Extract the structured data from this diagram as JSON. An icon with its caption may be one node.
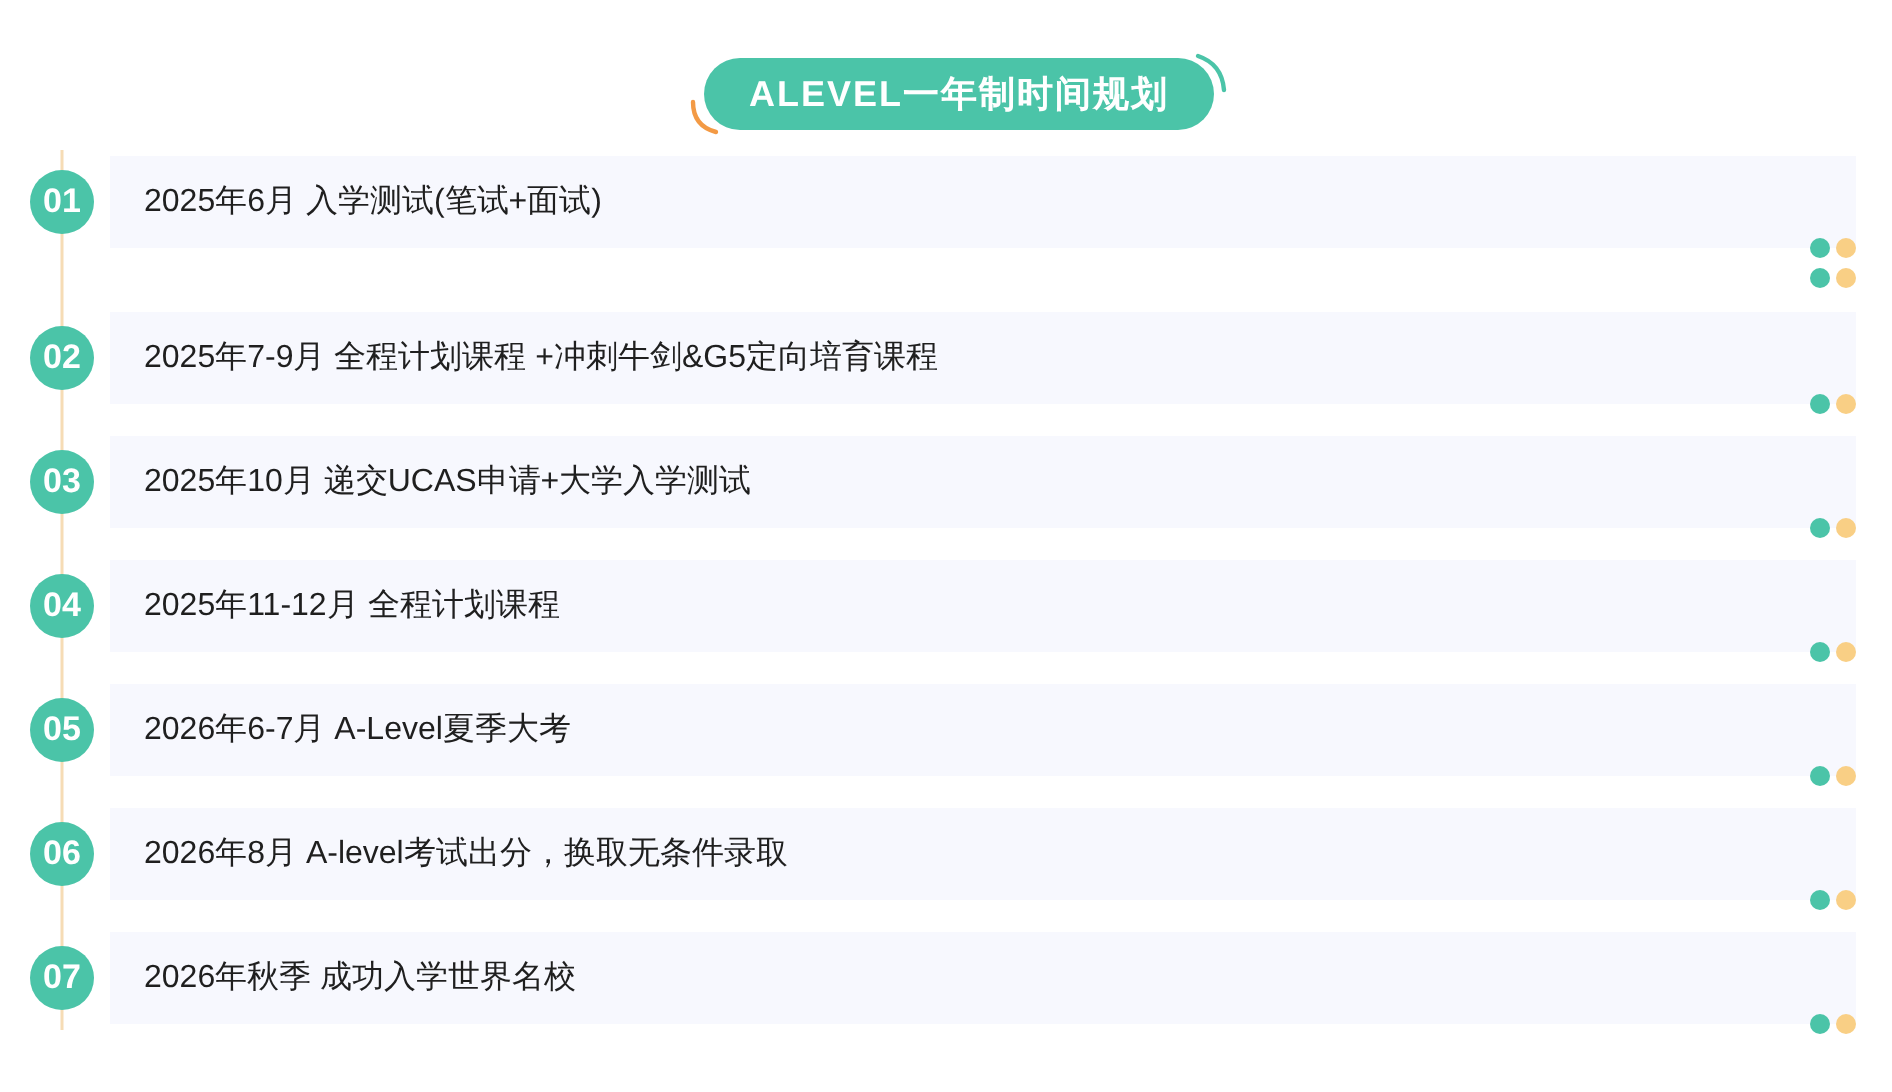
{
  "diagram": {
    "title": "ALEVEL一年制时间规划",
    "nodes": [
      {
        "text": [
          "01"
        ]
      },
      {
        "text": [
          "2025年6月 入学测试(笔试+面试)"
        ]
      },
      {
        "text": [
          "02"
        ]
      },
      {
        "text": [
          "2025年7-9月 全程计划课程 +冲刺牛剑&G5定向培育课程"
        ]
      },
      {
        "text": [
          "03"
        ]
      },
      {
        "text": [
          "2025年10月 递交UCAS申请+大学入学测试"
        ]
      },
      {
        "text": [
          "04"
        ]
      },
      {
        "text": [
          "2025年11-12月 全程计划课程"
        ]
      },
      {
        "text": [
          "05"
        ]
      },
      {
        "text": [
          "2026年6-7月 A-Level夏季大考"
        ]
      },
      {
        "text": [
          "06"
        ]
      },
      {
        "text": [
          "2026年8月 A-level考试出分，换取无条件录取"
        ]
      },
      {
        "text": [
          "07"
        ]
      },
      {
        "text": [
          "2026年秋季 成功入学世界名校"
        ]
      }
    ]
  }
}
